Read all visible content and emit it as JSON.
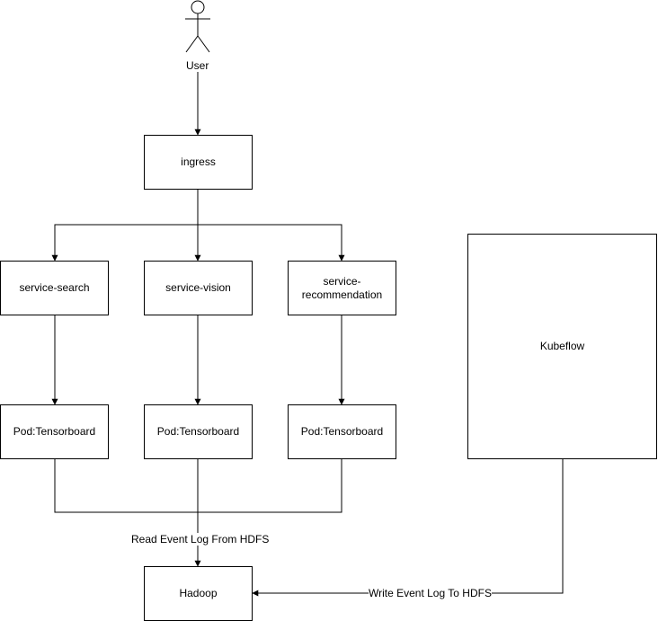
{
  "actor": {
    "label": "User",
    "icon": "stick-figure-icon"
  },
  "nodes": {
    "ingress": "ingress",
    "service_search": "service-search",
    "service_vision": "service-vision",
    "service_recommendation": "service-\nrecommendation",
    "pod_1": "Pod:Tensorboard",
    "pod_2": "Pod:Tensorboard",
    "pod_3": "Pod:Tensorboard",
    "kubeflow": "Kubeflow",
    "hadoop": "Hadoop"
  },
  "edge_labels": {
    "read": "Read Event Log From HDFS",
    "write": "Write Event Log To HDFS"
  },
  "colors": {
    "stroke": "#000000",
    "fill": "#ffffff"
  }
}
